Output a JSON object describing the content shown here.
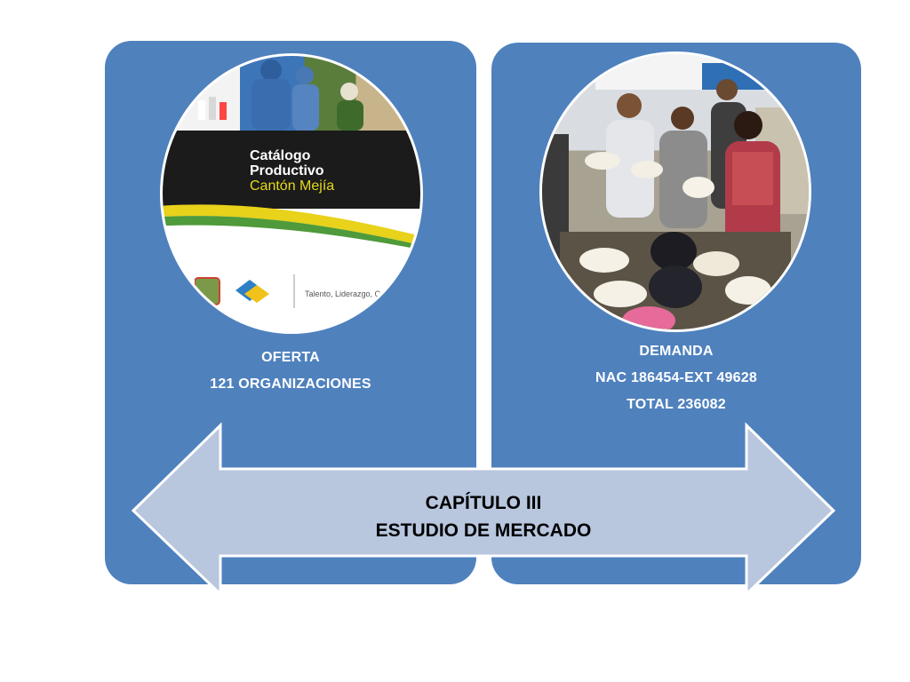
{
  "oferta": {
    "label": "OFERTA",
    "detail": "121 ORGANIZACIONES",
    "photo_lines": [
      "Catálogo",
      "Productivo",
      "Cantón Mejía"
    ],
    "photo_slogan": "Talento, Liderazgo, C"
  },
  "demanda": {
    "label": "DEMANDA",
    "detail": "NAC 186454-EXT 49628",
    "total": "TOTAL 236082"
  },
  "arrow": {
    "line1": "CAPÍTULO III",
    "line2": "ESTUDIO DE MERCADO"
  },
  "colors": {
    "panel": "#4f81bd",
    "arrow_fill": "#b8c6de",
    "text_white": "#ffffff"
  }
}
